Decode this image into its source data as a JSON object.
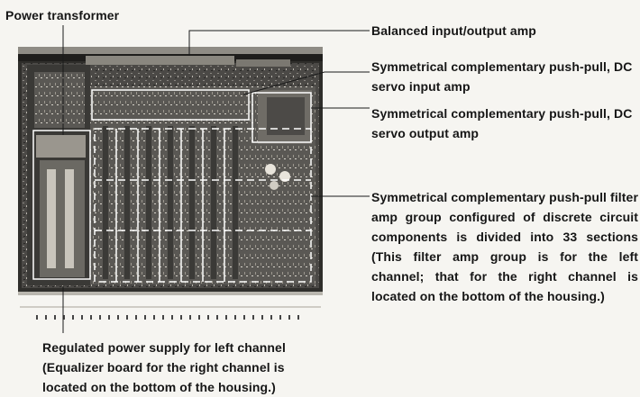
{
  "labels": {
    "power_transformer": "Power transformer",
    "balanced_amp": "Balanced input/output amp",
    "input_amp": "Symmetrical complementary push-pull, DC servo input amp",
    "output_amp": "Symmetrical complementary push-pull, DC servo output amp",
    "filter_amp": "Symmetrical complementary push-pull filter amp group configured of discrete circuit components is divided into 33 sections (This filter amp group is for the left channel; that for the right channel is located on the bottom of the housing.)",
    "power_supply": "Regulated power supply for left channel (Equalizer board for the right channel is located on the bottom of the housing.)"
  },
  "colors": {
    "background": "#f6f5f1",
    "chassis_dark": "#2b2a27",
    "board": "#555350",
    "highlight_box": "#ffffff",
    "leader_line": "#1a1a1a"
  }
}
